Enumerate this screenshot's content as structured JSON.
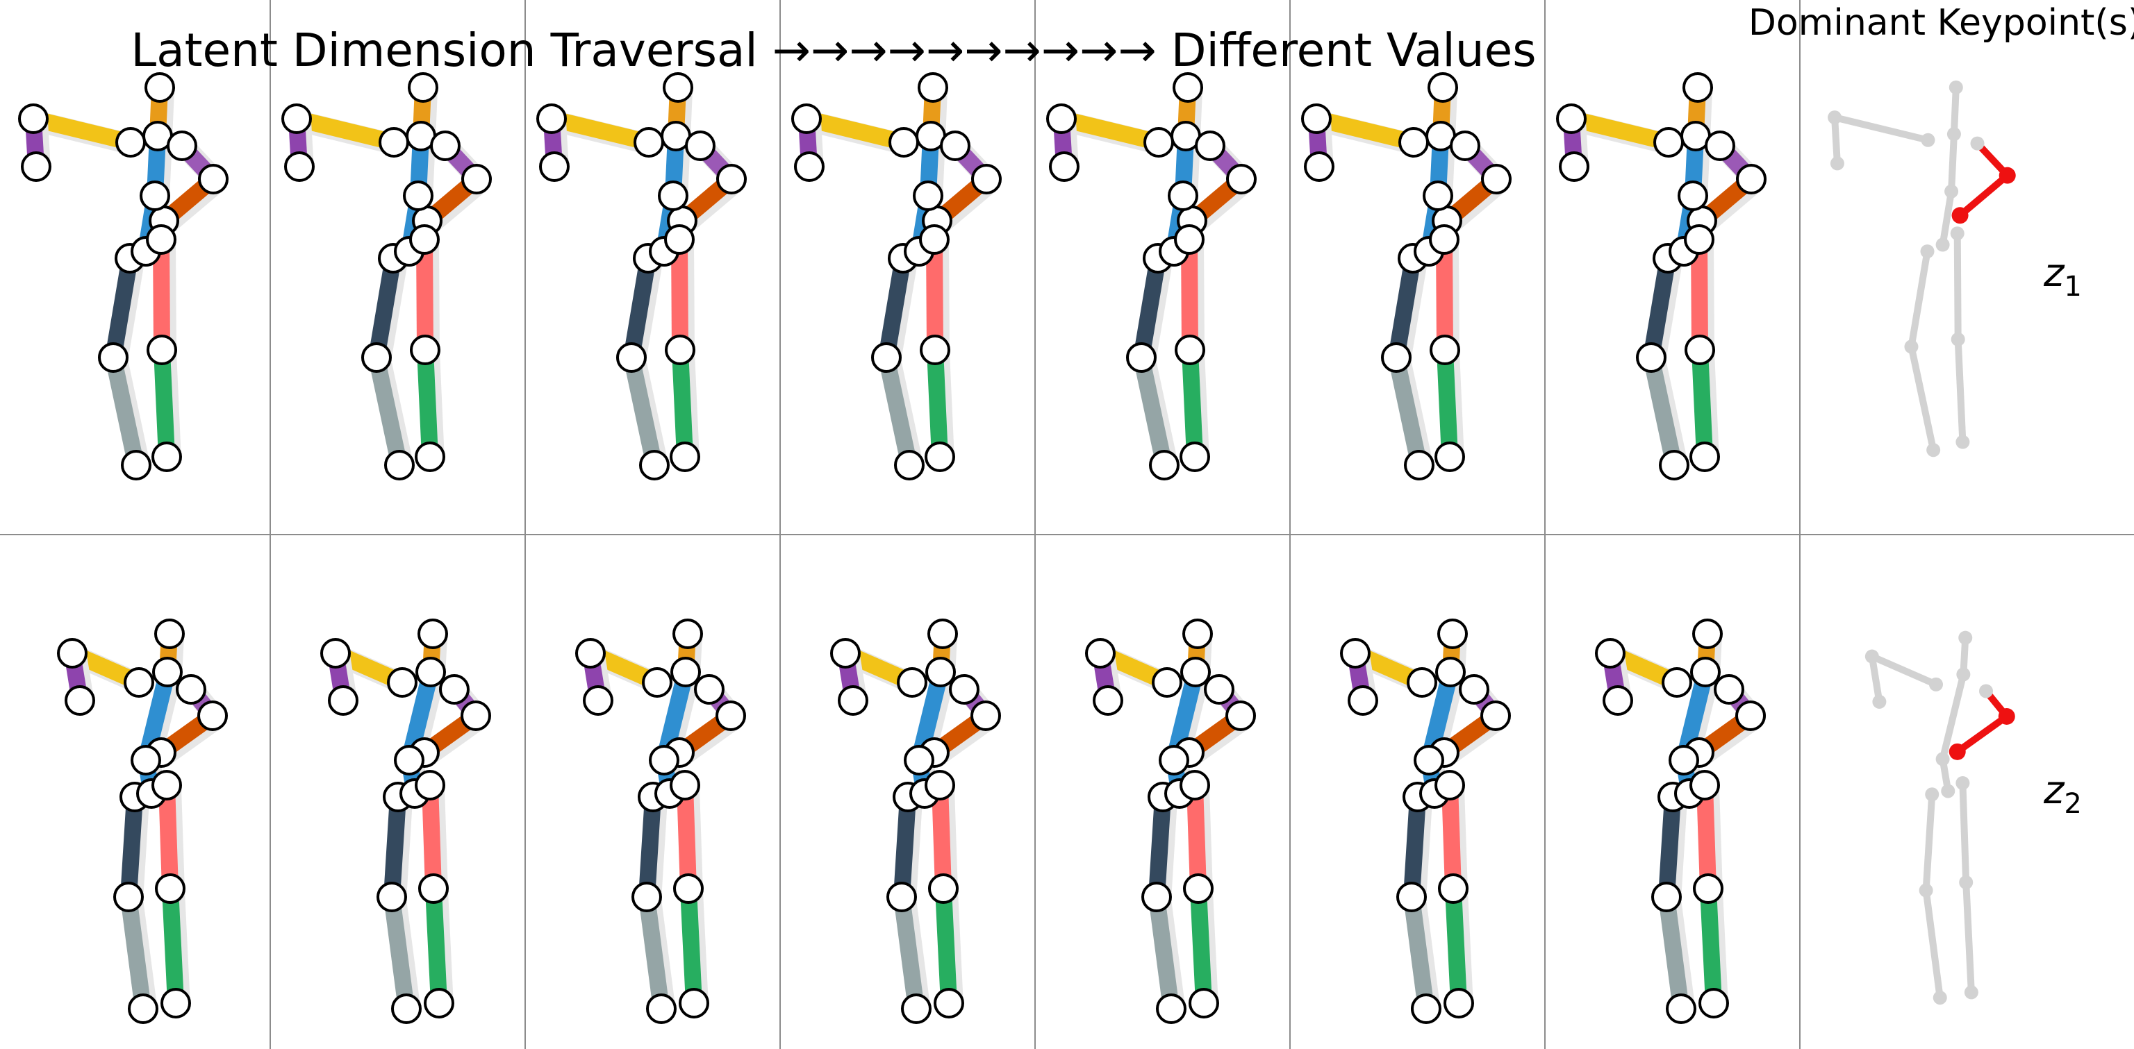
{
  "figure": {
    "title": "Latent Dimension Traversal →→→→→→→→→→ Different Values",
    "dominant_title": "Dominant Keypoint(s)"
  },
  "colors": {
    "divider": "#8c8c8c",
    "ghost": "#d2d2d2",
    "highlight": "#ee1111",
    "joint_fill": "#ffffff",
    "joint_stroke": "#000000",
    "bone_shadow": "#e6e6e6",
    "bones": {
      "head": "#e89b19",
      "left_upper_arm": "#f2c318",
      "left_forearm": "#8e44ad",
      "right_shoulder": "#9b59b6",
      "right_forearm": "#d35400",
      "spine_upper": "#2f8fd1",
      "chest": "#1abc9c",
      "left_thigh": "#34495e",
      "left_shin": "#95a5a6",
      "right_thigh": "#ff6b6b",
      "right_shin": "#27ae60"
    }
  },
  "rows": [
    {
      "label": "z",
      "subscript": "1",
      "dominant_joints": [
        "right_elbow",
        "right_wrist"
      ],
      "traversal_count": 7
    },
    {
      "label": "z",
      "subscript": "2",
      "dominant_joints": [
        "right_elbow",
        "right_wrist"
      ],
      "traversal_count": 7
    }
  ]
}
